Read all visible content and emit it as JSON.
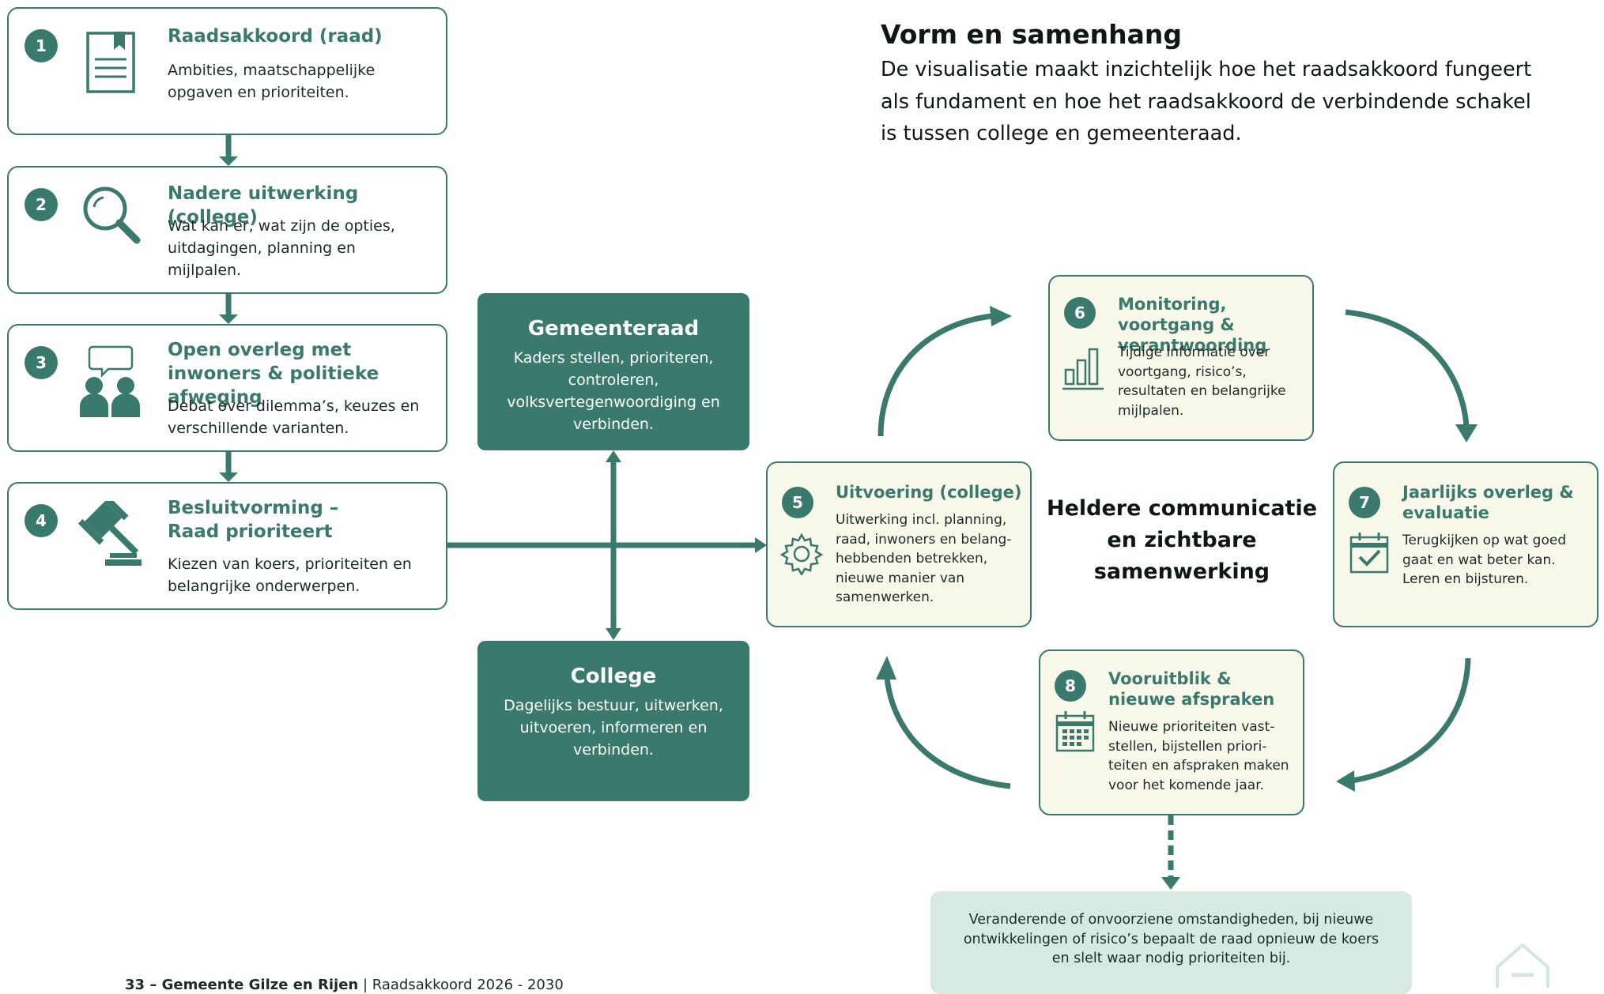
{
  "steps": [
    {
      "num": "1",
      "title": "Raadsakkoord (raad)",
      "desc": "Ambities, maatschappelijke opgaven en prioriteiten.",
      "icon": "document-icon"
    },
    {
      "num": "2",
      "title": "Nadere uitwerking (college)",
      "desc": "Wat kan er, wat zijn de opties, uitdagingen, planning en mijlpalen.",
      "icon": "magnifier-icon"
    },
    {
      "num": "3",
      "title": "Open overleg met inwoners & politieke afweging",
      "desc": "Debat over dilemma’s, keuzes en verschillende varianten.",
      "icon": "people-chat-icon"
    },
    {
      "num": "4",
      "title": "Besluitvorming – Raad prioriteert",
      "desc": "Kiezen van koers, prioriteiten en belangrijke onderwerpen.",
      "icon": "gavel-icon"
    }
  ],
  "heading": {
    "title": "Vorm en samenhang",
    "text": "De visualisatie maakt inzichtelijk hoe het raadsakkoord fungeert als fundament en hoe het raadsakkoord de verbindende schakel is tussen college en gemeenteraad."
  },
  "gemeenteraad": {
    "title": "Gemeenteraad",
    "desc": "Kaders stellen, prioriteren, controleren, volksvertegenwoordiging en verbinden."
  },
  "college": {
    "title": "College",
    "desc": "Dagelijks bestuur, uitwerken, uitvoeren, informeren en verbinden."
  },
  "cycle": {
    "center": "Heldere communicatie en zichtbare samenwerking",
    "steps": [
      {
        "num": "5",
        "title": "Uitvoering (college)",
        "desc": "Uitwerking incl. planning, raad, inwoners en belang-hebbenden betrekken, nieuwe manier van samenwerken.",
        "icon": "gear-icon"
      },
      {
        "num": "6",
        "title": "Monitoring, voortgang & verantwoording",
        "desc": "Tijdige informatie over voortgang, risico’s, resultaten en belangrijke mijlpalen.",
        "icon": "bar-chart-icon"
      },
      {
        "num": "7",
        "title": "Jaarlijks overleg & evaluatie",
        "desc": "Terugkijken op wat goed gaat en wat beter kan. Leren en bijsturen.",
        "icon": "calendar-check-icon"
      },
      {
        "num": "8",
        "title": "Vooruitblik & nieuwe afspraken",
        "desc": "Nieuwe prioriteiten vast-stellen, bijstellen priori-teiten en afspraken maken voor het komende jaar.",
        "icon": "calendar-icon"
      }
    ]
  },
  "note": "Veranderende of onvoorziene omstandigheden, bij nieuwe ontwikkelingen of risico’s bepaalt de raad opnieuw de koers en slelt waar nodig prioriteiten bij.",
  "footer": {
    "page": "33",
    "org": "Gemeente Gilze en Rijen",
    "doc": "Raadsakkoord 2026 - 2030"
  },
  "colors": {
    "accent": "#3a7a6c",
    "cream": "#f8f8ea",
    "note_bg": "#d8e9e2"
  }
}
